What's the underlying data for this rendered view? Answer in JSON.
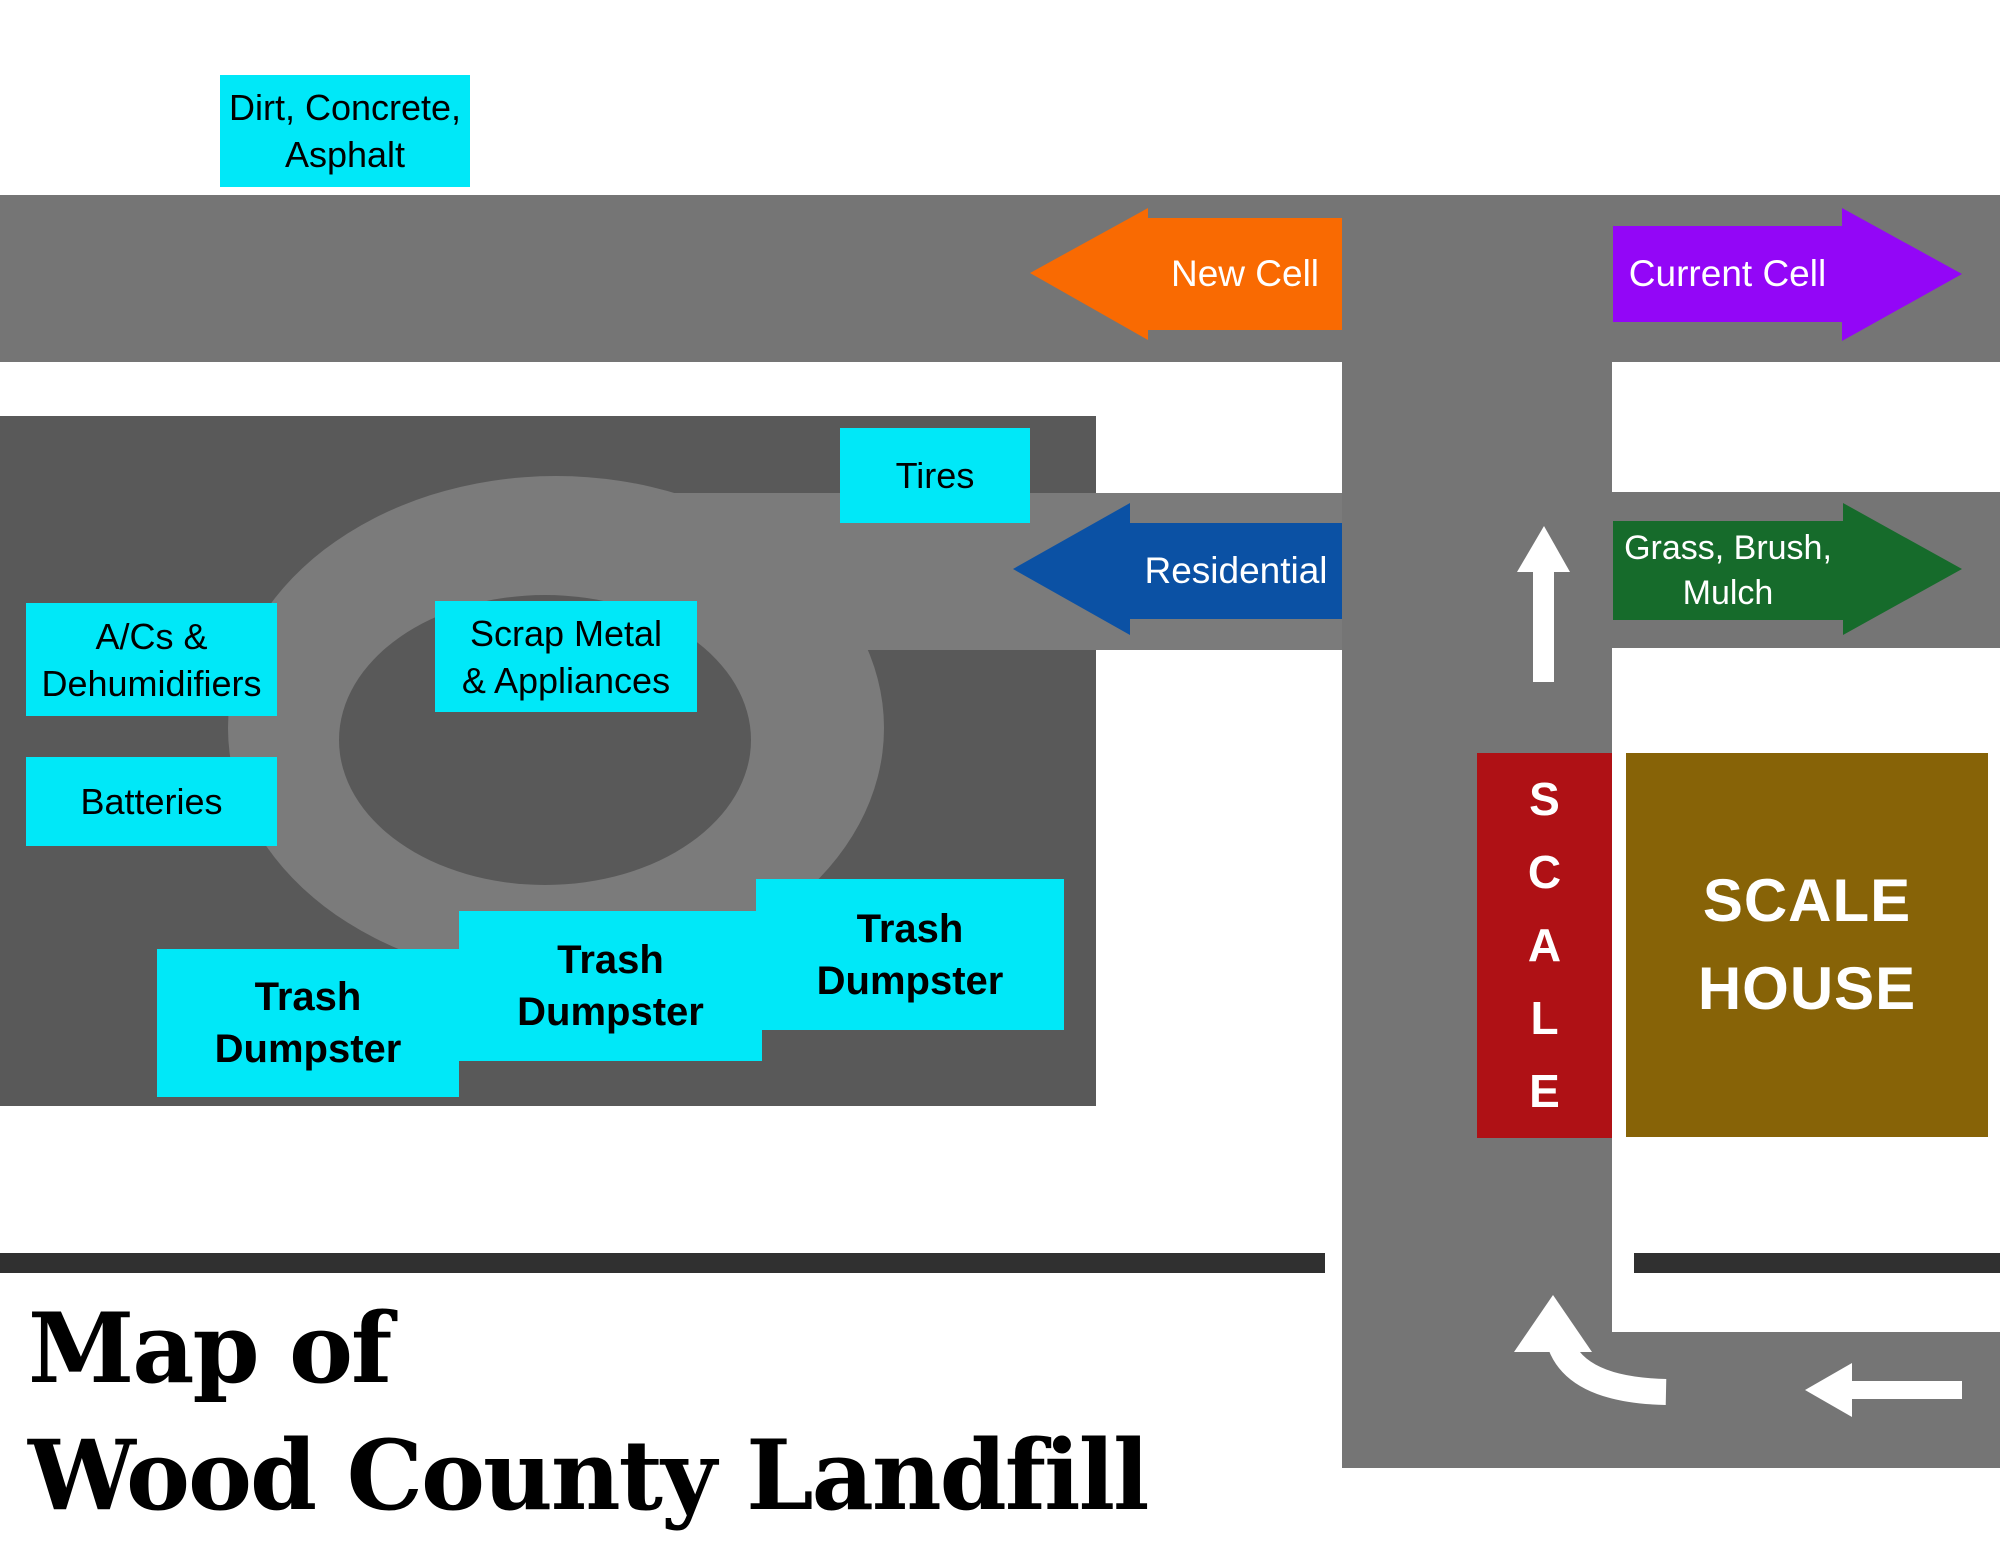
{
  "title": {
    "line1": "Map of",
    "line2": "Wood County Landfill"
  },
  "zones": {
    "dirt": {
      "line1": "Dirt, Concrete,",
      "line2": "Asphalt"
    },
    "tires": {
      "line1": "Tires"
    },
    "acs": {
      "line1": "A/Cs &",
      "line2": "Dehumidifiers"
    },
    "batteries": {
      "line1": "Batteries"
    },
    "scrap": {
      "line1": "Scrap Metal",
      "line2": "& Appliances"
    },
    "trash1": {
      "line1": "Trash",
      "line2": "Dumpster"
    },
    "trash2": {
      "line1": "Trash",
      "line2": "Dumpster"
    },
    "trash3": {
      "line1": "Trash",
      "line2": "Dumpster"
    }
  },
  "direction_arrows": {
    "new_cell": {
      "label": "New Cell",
      "direction": "left",
      "color": "#F96A02"
    },
    "current_cell": {
      "label": "Current Cell",
      "direction": "right",
      "color": "#9306F7"
    },
    "residential": {
      "label": "Residential",
      "direction": "left",
      "color": "#0B51A4"
    },
    "grass": {
      "line1": "Grass, Brush,",
      "line2": "Mulch",
      "direction": "right",
      "color": "#166B2B"
    }
  },
  "scale": {
    "letters": [
      "S",
      "C",
      "A",
      "L",
      "E"
    ],
    "color": "#AF1115"
  },
  "scale_house": {
    "line1": "SCALE",
    "line2": "HOUSE",
    "color": "#876307"
  },
  "colors": {
    "cyan": "#00E8F8",
    "road": "#757575",
    "site": "#595959",
    "loop": "#7B7B7B",
    "divider": "#303030",
    "orange": "#F96A02",
    "purple": "#9306F7",
    "blue": "#0B51A4",
    "green": "#166B2B",
    "red": "#AF1115",
    "brown": "#876307",
    "white": "#FFFFFF",
    "ink": "#000000"
  }
}
